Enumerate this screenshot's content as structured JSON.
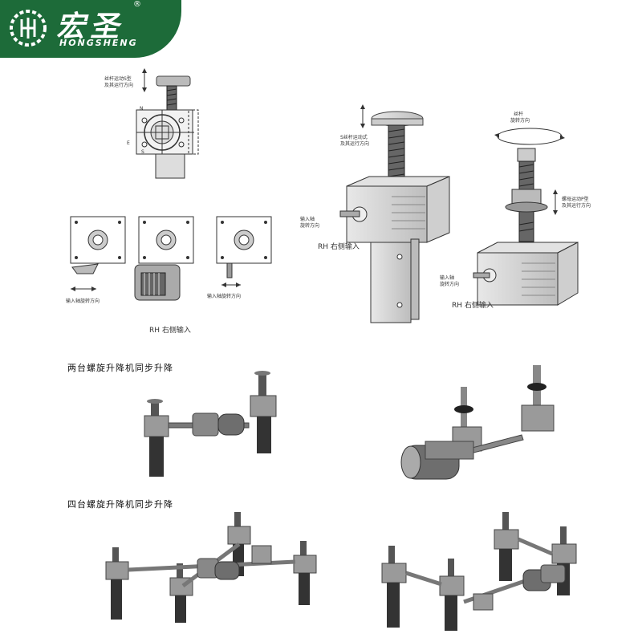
{
  "brand": {
    "name_cn": "宏圣",
    "reg_mark": "®",
    "name_en": "HONGSHENG",
    "color": "#1d6b39"
  },
  "diagram_top_left": {
    "label_top": "丝杆运动S型",
    "label_top2": "及其运行方向",
    "view_labels": [
      "N",
      "E",
      "S"
    ],
    "input_label": "输入轴旋转方向",
    "rh_label": "RH  右侧输入"
  },
  "diagram_top_right": {
    "s_label": "S丝杆运动式",
    "s_label2": "及其运行方向",
    "input_label": "输入轴",
    "input_label2": "旋转方向",
    "rh_label": "RH  右侧输入",
    "screw_label": "丝杆",
    "screw_label2": "旋转方向",
    "nut_label": "螺母运动P型",
    "nut_label2": "及其运行方向",
    "input2_label": "输入轴",
    "input2_label2": "旋转方向",
    "rh2_label": "RH  右侧输入"
  },
  "sections": {
    "two_units": "两台螺旋升降机同步升降",
    "four_units": "四台螺旋升降机同步升降"
  }
}
